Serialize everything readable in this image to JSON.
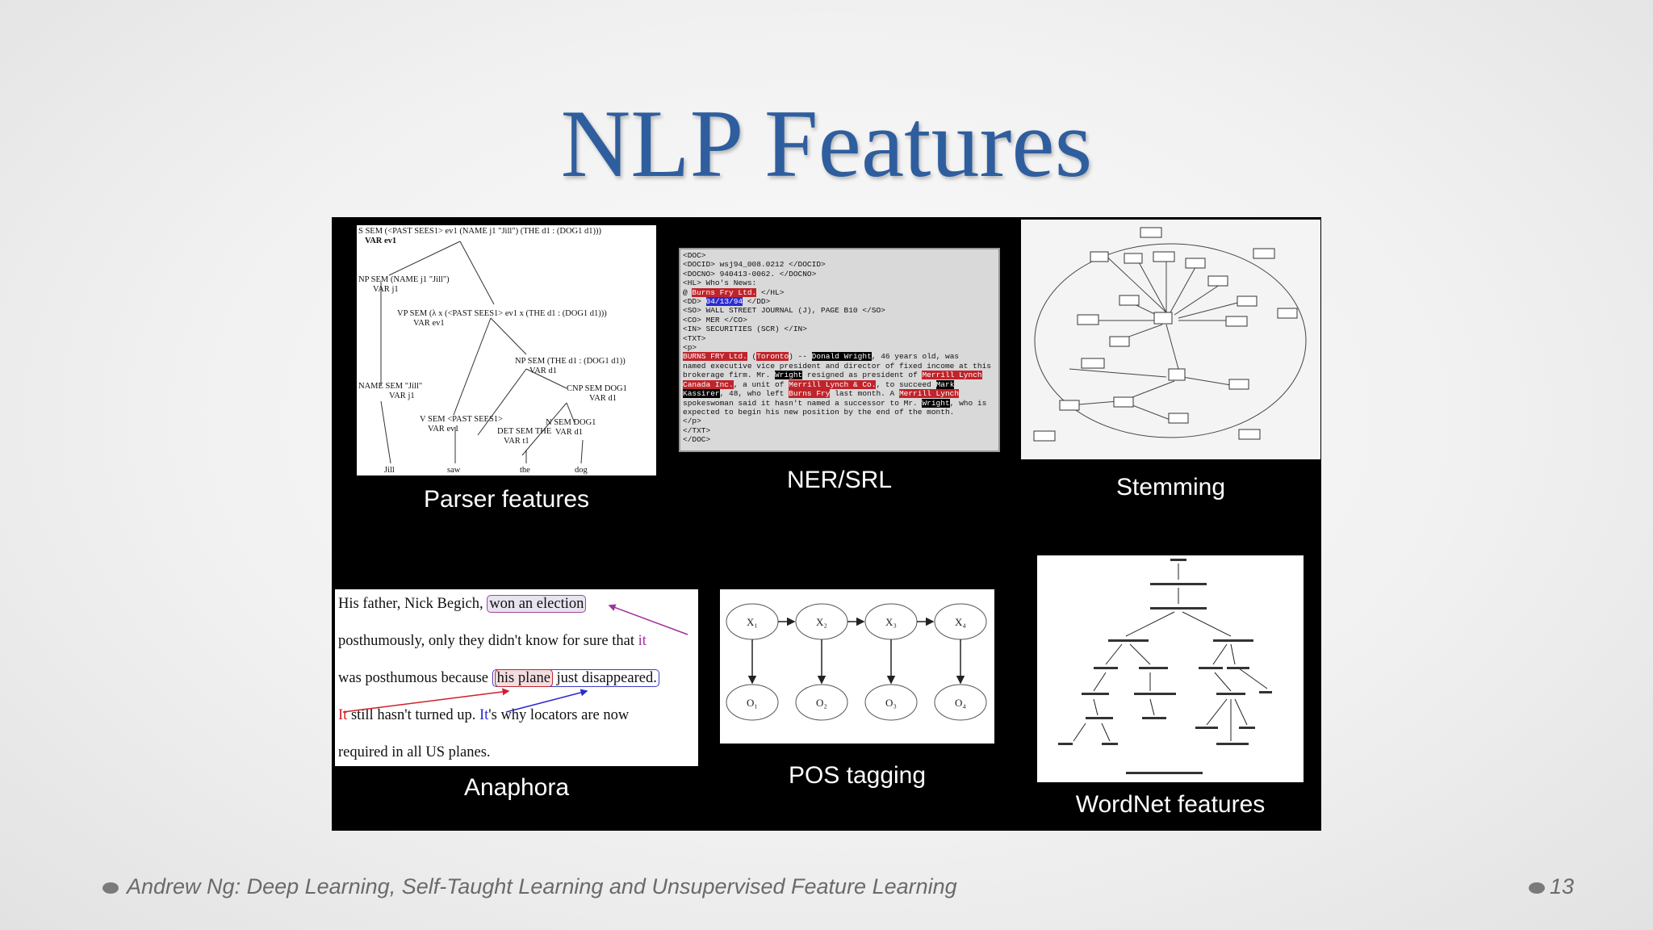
{
  "slide": {
    "title": "NLP Features",
    "footer_text": "Andrew Ng: Deep Learning, Self-Taught Learning and Unsupervised Feature Learning",
    "page_number": "13"
  },
  "captions": {
    "parser": "Parser features",
    "ner": "NER/SRL",
    "stemming": "Stemming",
    "anaphora": "Anaphora",
    "pos": "POS tagging",
    "wordnet": "WordNet features"
  },
  "parser_tree": {
    "root": "S SEM (<PAST SEES1> ev1 (NAME j1 \"Jill\") (THE d1 : (DOG1 d1)))",
    "root_var": "VAR ev1",
    "np": "NP SEM (NAME j1 \"Jill\")",
    "np_var": "VAR j1",
    "vp": "VP SEM (λ x (<PAST SEES1> ev1 x (THE d1 : (DOG1 d1)))",
    "vp_var": "VAR ev1",
    "np2": "NP SEM (THE d1 : (DOG1 d1))",
    "np2_var": "VAR d1",
    "name": "NAME SEM \"Jill\"",
    "name_var": "VAR j1",
    "cnp": "CNP SEM DOG1",
    "cnp_var": "VAR d1",
    "v": "V SEM <PAST SEES1>",
    "v_var": "VAR ev1",
    "det": "DET SEM THE",
    "det_var": "VAR t1",
    "n": "N SEM DOG1",
    "n_var": "VAR d1",
    "words": [
      "Jill",
      "saw",
      "the",
      "dog"
    ]
  },
  "ner_doc": {
    "l1": "<DOC>",
    "l2": "<DOCID> wsj94_008.0212 </DOCID>",
    "l3": "<DOCNO> 940413-0062. </DOCNO>",
    "l4": "<HL> Who's News:",
    "l5a": "@ ",
    "l5b": "Burns Fry Ltd.",
    "l5c": " </HL>",
    "l6a": "<DD> ",
    "l6b": "04/13/94",
    "l6c": " </DD>",
    "l7": "<SO> WALL STREET JOURNAL (J), PAGE B10 </SO>",
    "l8": "<CO> MER </CO>",
    "l9": "<IN> SECURITIES (SCR) </IN>",
    "l10": "<TXT>",
    "l11": "<p>",
    "l12a": "BURNS FRY Ltd.",
    "l12b": " (",
    "l12c": "Toronto",
    "l12d": ") -- ",
    "l12e": "Donald Wright",
    "l12f": ", 46 years old, was",
    "l13": "named executive vice president and director of fixed income at this",
    "l14a": "brokerage firm. Mr. ",
    "l14b": "Wright",
    "l14c": " resigned as president of ",
    "l14d": "Merrill Lynch",
    "l15a": "Canada Inc.",
    "l15b": ", a unit of ",
    "l15c": "Merrill Lynch & Co.",
    "l15d": ", to succeed ",
    "l15e": "Mark",
    "l16a": "Kassirer",
    "l16b": ", 48, who left ",
    "l16c": "Burns Fry",
    "l16d": " last month. A ",
    "l16e": "Merrill Lynch",
    "l17a": "spokeswoman said it hasn't named a successor to Mr. ",
    "l17b": "Wright",
    "l17c": ", who is",
    "l18": "expected to begin his new position by the end of the month.",
    "l19": "</p>",
    "l20": "</TXT>",
    "l21": "</DOC>"
  },
  "anaphora": {
    "l1a": "His father, Nick Begich, ",
    "l1b": "won an election",
    "l2a": "posthumously, only they didn't know for sure that ",
    "l2b": "it",
    "l3a": "was posthumous because ",
    "l3b": "his plane",
    "l3c": " just disappeared.",
    "l4a": "It",
    "l4b": " still hasn't turned up. ",
    "l4c": "It",
    "l4d": "'s why locators are now",
    "l5": "required in all US planes."
  },
  "pos": {
    "x": [
      "X₁",
      "X₂",
      "X₃",
      "X₄"
    ],
    "o": [
      "O₁",
      "O₂",
      "O₃",
      "O₄"
    ]
  },
  "colors": {
    "title": "#2f5e9e",
    "panel": "#000000",
    "ner_highlight_red": "#c0242b",
    "ner_highlight_blue": "#2b2bd0"
  }
}
